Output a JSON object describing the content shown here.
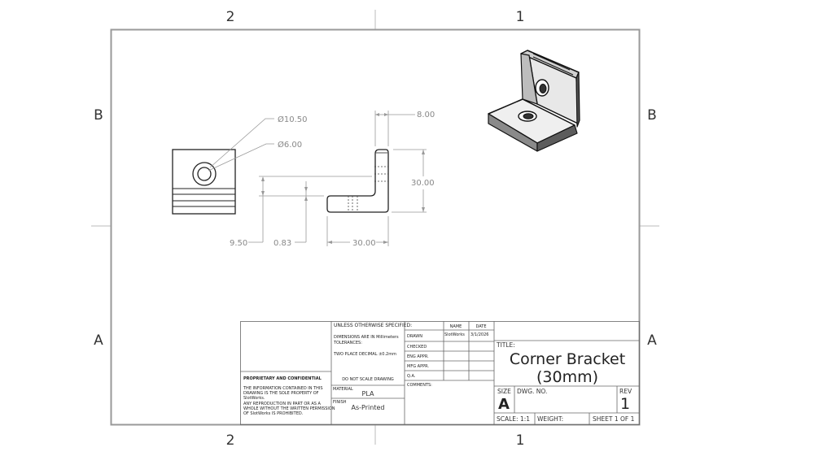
{
  "zones": {
    "top_left": "2",
    "top_right": "1",
    "bottom_left": "2",
    "bottom_right": "1",
    "left_upper": "B",
    "left_lower": "A",
    "right_upper": "B",
    "right_lower": "A"
  },
  "dimensions": {
    "hole_outer": "Ø10.50",
    "hole_inner": "Ø6.00",
    "thickness_top": "8.00",
    "height": "30.00",
    "offset_left": "9.50",
    "offset_small": "0.83",
    "width": "30.00"
  },
  "title_block": {
    "unless_specified": "UNLESS OTHERWISE SPECIFIED:",
    "dimensions_note": "DIMENSIONS ARE IN Millimeters",
    "tolerances": "TOLERANCES:",
    "two_place": "TWO PLACE DECIMAL ±0.2mm",
    "col_name": "NAME",
    "col_date": "DATE",
    "row_drawn": "DRAWN",
    "drawn_name": "SlotWorks",
    "drawn_date": "3/1/2026",
    "row_checked": "CHECKED",
    "row_eng": "ENG APPR.",
    "row_mfg": "MFG APPR.",
    "row_qa": "Q.A.",
    "comments": "COMMENTS:",
    "do_not_scale": "DO NOT SCALE DRAWING",
    "material_label": "MATERIAL",
    "material_value": "PLA",
    "finish_label": "FINISH",
    "finish_value": "As-Printed",
    "proprietary_heading": "PROPRIETARY AND CONFIDENTIAL",
    "proprietary_line1": "THE INFORMATION CONTAINED IN THIS",
    "proprietary_line2": "DRAWING IS THE SOLE PROPERTY OF",
    "proprietary_line3": "SlotWorks.",
    "proprietary_line4": "ANY REPRODUCTION IN PART OR AS A",
    "proprietary_line5": "WHOLE WITHOUT THE WRITTEN PERMISSION",
    "proprietary_line6": "OF SlotWorks IS PROHIBITED.",
    "title_label": "TITLE:",
    "title_line1": "Corner Bracket",
    "title_line2": "(30mm)",
    "size_label": "SIZE",
    "size_value": "A",
    "dwg_no_label": "DWG.  NO.",
    "rev_label": "REV",
    "rev_value": "1",
    "scale": "SCALE: 1:1",
    "weight": "WEIGHT:",
    "sheet": "SHEET 1 OF 1"
  }
}
